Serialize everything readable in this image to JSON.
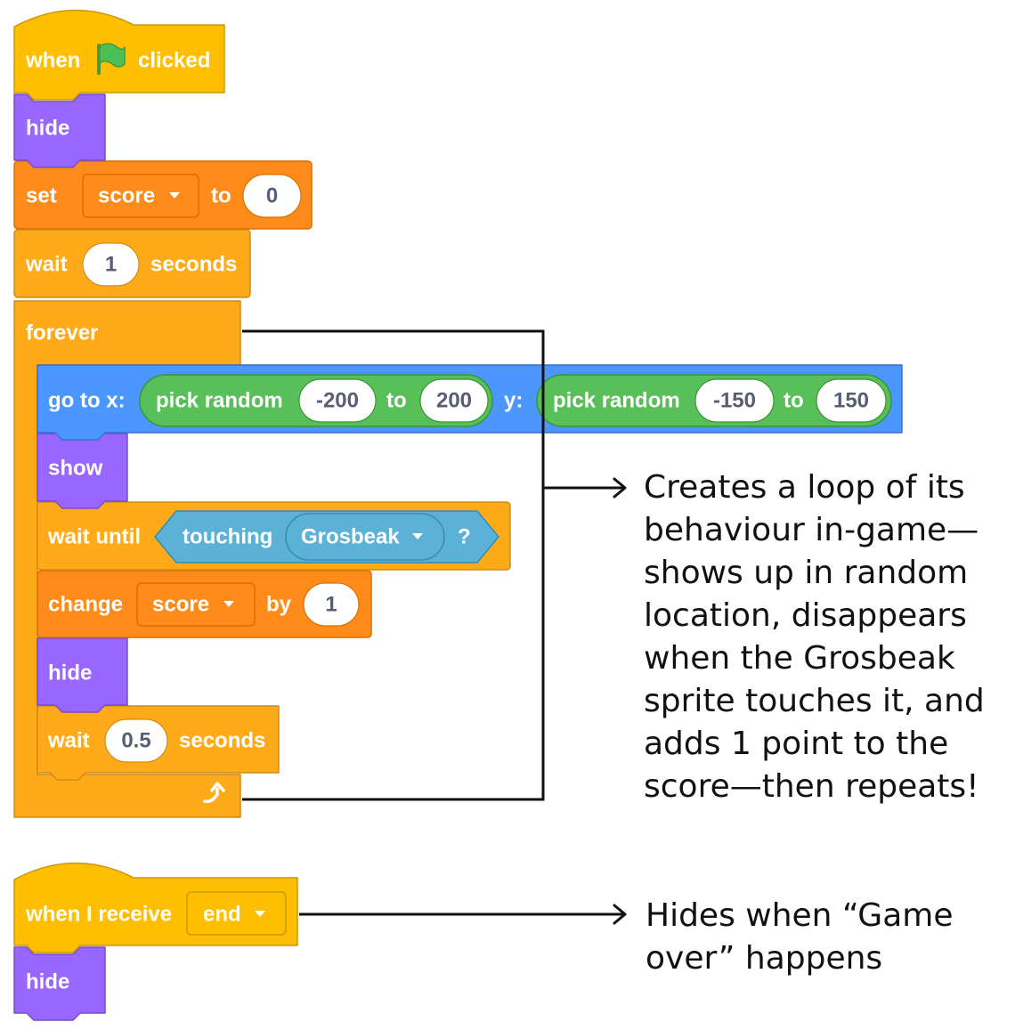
{
  "colors": {
    "events": "#ffbf00",
    "events_border": "#cc9900",
    "looks": "#9966ff",
    "looks_border": "#774dcb",
    "variables": "#ff8c1a",
    "variables_border": "#db6e00",
    "control": "#ffab19",
    "control_border": "#cf8b17",
    "motion": "#4c97ff",
    "motion_border": "#3373cc",
    "operators": "#59c059",
    "operators_border": "#389438",
    "sensing": "#5cb1d6",
    "sensing_border": "#2e8eb8",
    "flag": "#4cbf56",
    "input_text": "#575e75",
    "annotation_text": "#111111"
  },
  "script1": {
    "hat": {
      "when": "when",
      "flag_icon": "green-flag-icon",
      "clicked": "clicked"
    },
    "hide1": "hide",
    "set": {
      "label": "set",
      "variable": "score",
      "to": "to",
      "value": "0"
    },
    "wait1": {
      "label": "wait",
      "value": "1",
      "unit": "seconds"
    },
    "forever": {
      "label": "forever",
      "loop_icon": "loop-arrow-icon"
    },
    "goto": {
      "label": "go to x:",
      "x_reporter": {
        "label": "pick random",
        "from": "-200",
        "to": "to",
        "max": "200"
      },
      "y_label": "y:",
      "y_reporter": {
        "label": "pick random",
        "from": "-150",
        "to": "to",
        "max": "150"
      }
    },
    "show": "show",
    "wait_until": {
      "label": "wait until",
      "touching": "touching",
      "sprite": "Grosbeak",
      "question": "?"
    },
    "change": {
      "label": "change",
      "variable": "score",
      "by": "by",
      "value": "1"
    },
    "hide2": "hide",
    "wait2": {
      "label": "wait",
      "value": "0.5",
      "unit": "seconds"
    }
  },
  "script2": {
    "hat": {
      "label": "when I receive",
      "message": "end"
    },
    "hide": "hide"
  },
  "annotations": {
    "loop_note": [
      "Creates a loop of its",
      "behaviour in-game—",
      "shows up in random",
      "location, disappears",
      "when the Grosbeak",
      "sprite touches it, and",
      "adds 1 point to the",
      "score—then repeats!"
    ],
    "end_note": [
      "Hides when “Game",
      "over” happens"
    ]
  }
}
